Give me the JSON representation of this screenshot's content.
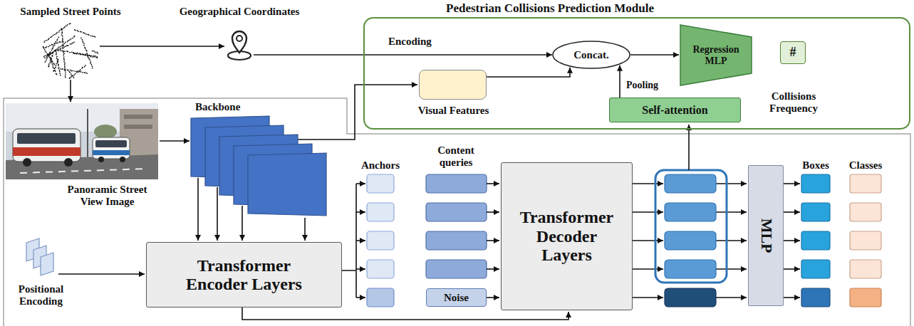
{
  "diagram": {
    "nodes": [
      {
        "text": [
          "Sampled Street Points"
        ]
      },
      {
        "text": [
          "Geographical Coordinates"
        ]
      },
      {
        "text": [
          "Pedestrian Collisions Prediction Module"
        ]
      },
      {
        "text": [
          "Visual Features"
        ],
        "in": 2
      },
      {
        "text": [
          "Concat."
        ],
        "in": 2
      },
      {
        "text": [
          "Regression MLP"
        ],
        "in": 2
      },
      {
        "text": [
          "#",
          "Collisions Frequency"
        ],
        "in": 2
      },
      {
        "text": [
          "Self-attention"
        ],
        "in": 2
      },
      {
        "text": [
          "Panoramic Street View Image"
        ]
      },
      {
        "text": [
          "Backbone"
        ]
      },
      {
        "text": [
          "Positional Encoding"
        ]
      },
      {
        "text": [
          "Transformer Encoder Layers"
        ]
      },
      {
        "text": [
          "Noise"
        ]
      },
      {
        "text": [
          "Transformer Decoder Layers"
        ]
      },
      {
        "text": [
          "MLP"
        ]
      }
    ],
    "edges": [
      {
        "from": 0,
        "to": 1,
        "arrow": "to"
      },
      {
        "from": 1,
        "to": 4,
        "arrow": "to"
      },
      {
        "from": 0,
        "to": 8,
        "arrow": "to"
      },
      {
        "from": 8,
        "to": 9,
        "arrow": "to"
      },
      {
        "from": 9,
        "to": 3,
        "arrow": "to"
      },
      {
        "from": 3,
        "to": 4,
        "arrow": "to"
      },
      {
        "from": 9,
        "to": 11,
        "arrow": "to"
      },
      {
        "from": 10,
        "to": 11,
        "arrow": "to"
      },
      {
        "from": 11,
        "to": 13,
        "arrow": "to"
      },
      {
        "from": 12,
        "to": 13,
        "arrow": "to"
      },
      {
        "from": 7,
        "to": 4,
        "label": "Pooling",
        "arrow": "to"
      },
      {
        "from": 4,
        "to": 5,
        "arrow": "to"
      }
    ],
    "labels": [
      "Encoding",
      "Anchors",
      "Content queries",
      "Boxes",
      "Classes"
    ]
  }
}
